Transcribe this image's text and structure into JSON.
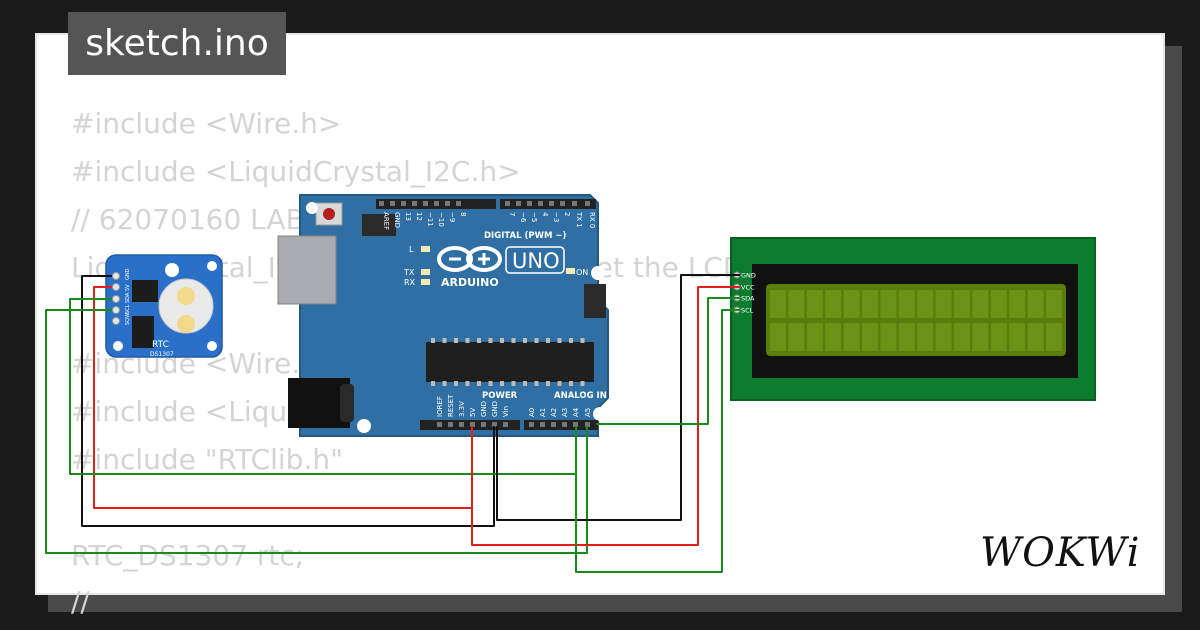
{
  "tab": {
    "filename": "sketch.ino"
  },
  "code_lines": [
    "#include <Wire.h>",
    "#include <LiquidCrystal_I2C.h>",
    "// 62070160 LAB",
    "LiquidCrystal_I2C lcd(0x27,16,2);  // set the LCD address to 0x27 for a 16",
    "",
    "#include <Wire.h>",
    "#include <LiquidCrystal_I2C.h>",
    "#include \"RTClib.h\"",
    "",
    "RTC_DS1307 rtc;",
    "//"
  ],
  "arduino": {
    "model": "UNO",
    "brand": "ARDUINO",
    "digital_header": "DIGITAL (PWM ~)",
    "digital_pins": [
      "AREF",
      "GND",
      "13",
      "12",
      "~11",
      "~10",
      "~9",
      "8",
      "7",
      "~6",
      "~5",
      "4",
      "~3",
      "2",
      "TX 1",
      "RX 0"
    ],
    "power_header": "POWER",
    "analog_header": "ANALOG IN",
    "power_pins": [
      "IOREF",
      "RESET",
      "3.3V",
      "5V",
      "GND",
      "GND",
      "Vin"
    ],
    "analog_pins": [
      "A0",
      "A1",
      "A2",
      "A3",
      "A4",
      "A5"
    ],
    "led_labels": [
      "L",
      "TX",
      "RX"
    ],
    "on_label": "ON"
  },
  "rtc": {
    "title": "RTC",
    "chip": "DS1307",
    "pins": [
      "GND",
      "5V",
      "SDA",
      "SCL",
      "SQW"
    ]
  },
  "lcd": {
    "pins": [
      "GND",
      "VCC",
      "SDA",
      "SCL"
    ]
  },
  "colors": {
    "wire_black": "#111111",
    "wire_red": "#e01e1e",
    "wire_green": "#1a8a1a",
    "board_blue": "#2f6fa3",
    "lcd_green": "#587d0b"
  },
  "branding": {
    "logo": "WOKWi"
  }
}
